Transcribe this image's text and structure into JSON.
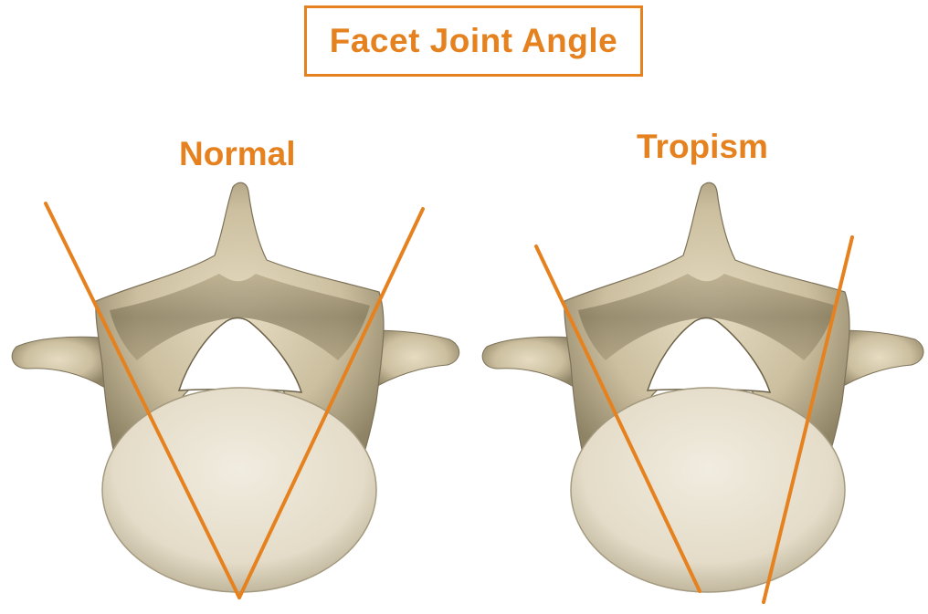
{
  "title": "Facet Joint Angle",
  "panels": [
    {
      "label": "Normal"
    },
    {
      "label": "Tropism"
    }
  ],
  "colors": {
    "accent": "#e5821f",
    "bone": "#d8cfb6",
    "bone_shadow": "#8f8366",
    "body": "#ece6d6"
  }
}
